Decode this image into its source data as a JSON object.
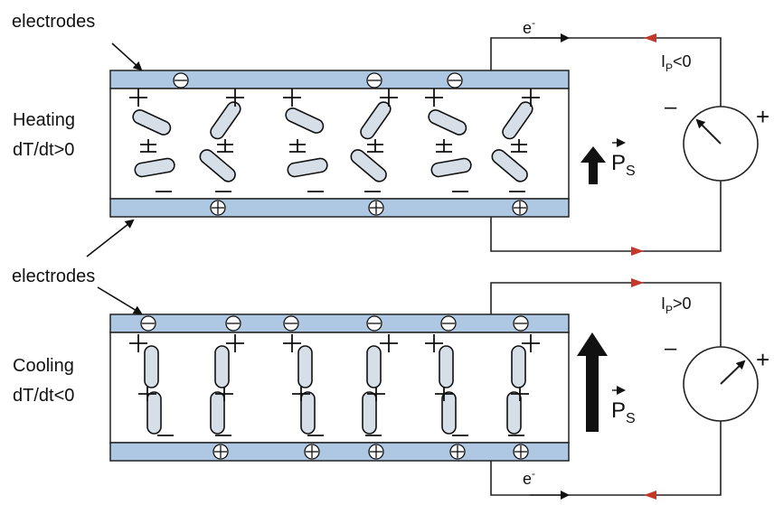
{
  "labels": {
    "electrodes_top": "electrodes",
    "electrodes_mid": "electrodes",
    "heating_line1": "Heating",
    "heating_line2": "dT/dt>0",
    "cooling_line1": "Cooling",
    "cooling_line2": "dT/dt<0",
    "electron_top": "e",
    "electron_bottom": "e",
    "electron_superscript": "-",
    "ps_letter": "P",
    "ps_subscript": "S",
    "current_top": "I",
    "current_top_sub": "P",
    "current_top_rel": "<0",
    "current_bottom": "I",
    "current_bottom_sub": "P",
    "current_bottom_rel": ">0",
    "meter_minus": "–",
    "meter_plus": "+"
  },
  "colors": {
    "electrode": "#aec8e3",
    "dipole": "#d6dee8",
    "current_arrow": "#c0392b",
    "wire": "#222222"
  }
}
